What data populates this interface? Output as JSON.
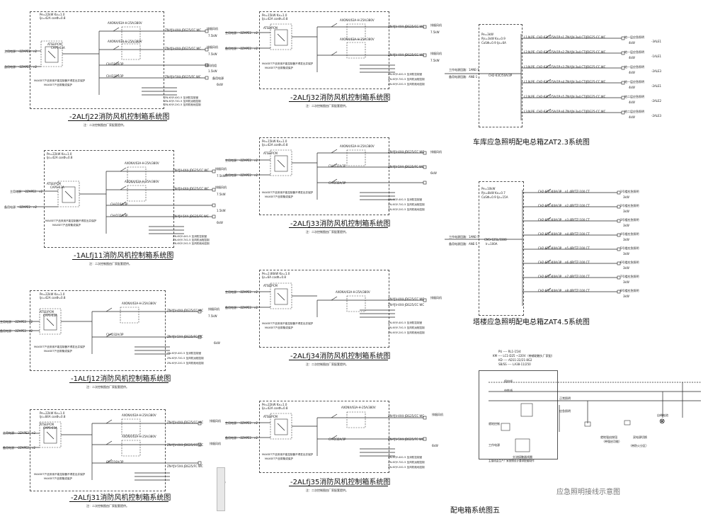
{
  "diagrams": {
    "fj22": {
      "title": "-2ALfj22消防风机控制箱系统图",
      "params": [
        "Pe=22kW  Kx=1.0",
        "Ijs=42A    cosΦ=0.8"
      ],
      "note": "注：二次控制图由厂家配套提供。"
    },
    "fj11": {
      "title": "-1ALfj11消防风机控制箱系统图",
      "params": [
        "Pe=22kW  Kx=1.0",
        "Ijs=42A    cosΦ=0.8"
      ],
      "note": "注：二次控制图由厂家配套提供。"
    },
    "fj12": {
      "title": "-1ALfj12消防风机控制箱系统图",
      "params": [
        "Pe=22kW  Kx=1.0",
        "Ijs=42A    cosΦ=0.8"
      ],
      "note": "注：二次控制图由厂家配套提供。"
    },
    "fj31": {
      "title": "-2ALfj31消防风机控制箱系统图",
      "params": [
        "Pe=22kW  Kx=1.0",
        "Ijs=84A    cosΦ=0.8"
      ],
      "note": "注：二次控制图由厂家配套提供。"
    },
    "fj32": {
      "title": "-2ALfj32消防风机控制箱系统图",
      "params": [
        "Pe=15kW  Kx=1.0",
        "Ijs=42A    cosΦ=0.8"
      ],
      "note": "注：二次控制图由厂家配套提供。"
    },
    "fj33": {
      "title": "-2ALfj33消防风机控制箱系统图",
      "params": [
        "Pe=15kW  Kx=1.0",
        "Ijs=42A    cosΦ=0.8"
      ],
      "note": "注：二次控制图由厂家配套提供。"
    },
    "fj34": {
      "title": "-2ALfj34消防风机控制箱系统图",
      "params": [
        "Pe=2.86kW  Kx=1.0",
        "Ijs=6A    cosΦ=0.8"
      ],
      "note": "注：二次控制图由厂家配套提供。"
    },
    "fj35": {
      "title": "-2ALfj35消防风机控制箱系统图",
      "params": [
        "Pe=22kW  Kx=1.0",
        "Ijs=42A    cosΦ=0.8"
      ],
      "note": "注：二次控制图由厂家配套提供。"
    }
  },
  "common": {
    "main_supply": "主用电源：-2ZAPE2：n2",
    "backup_supply": "备用电源：-2ZAPE2：n2",
    "atse": "ATSE/PCM",
    "ats_rating": "CAPS-63A",
    "n1": "n1",
    "n2": "n2",
    "n3": "n3",
    "n4": "n4",
    "contactor": "AXONX/63A-H-25A/380V",
    "cable_a": "ZN-YJV-4X4-JDG25/CC WC",
    "cable_b": "ZN-YJV-5X4-JDG25/FC WC",
    "breaker_c": "CH-D16A/3P",
    "breaker_d": "CH-D32A/3P",
    "load_fan": "排烟风机",
    "load_fan_kw": "7.5kW",
    "load_heat": "排风机组",
    "load_heat_kw": "1.5kW",
    "load_spare": "备用电源",
    "load_spare_kw": "6kW",
    "ctrl1": "ZN-KYJY-4X1.5  至消防控制室",
    "ctrl2": "ZN-KYJY-7X1.5  至风机远程控制",
    "ctrl3": "ZN-KYJY-2X1.5  至风机就地控制",
    "fire_note1": "MAXSET产品采用不能控制器不得发出并保护",
    "fire_note2": "MAXSET产品带集成保护"
  },
  "garage": {
    "title": "车库应急照明配电总箱ZAT2.3系统图",
    "params": [
      "Pe=3kW",
      "Pjs=3kW    Kx=0.9",
      "CoSΦ=0.9   Ijs=6A"
    ],
    "supply": "工作电源回路：1ANE-1",
    "supply2": "备用电源回路：ANE-1",
    "main_breaker": "CH2-63C/50A/3P",
    "rows": [
      {
        "id": "L1,N,PE",
        "brk": "CH2-63C/25A/1P",
        "cable": "n1  ZN-YJV-3x4 CT/JDG25-CC,WC",
        "dest": "-3ALE1",
        "load": "地一层应急照明",
        "kw": "4kW"
      },
      {
        "id": "L2,N,PE",
        "brk": "CH2-63C/25A/1P",
        "cable": "n2  ZN-YJV-3x4 CT/JDG25-CC,WC",
        "dest": "-1ALE1",
        "load": "地一层应急照明",
        "kw": "4kW"
      },
      {
        "id": "L3,N,PE",
        "brk": "CH2-63C/25A/1P",
        "cable": "n3  ZN-YJV-3x4 CT/JDG25-CC,WC",
        "dest": "-2ALE3",
        "load": "地一层应急照明",
        "kw": "4kW"
      },
      {
        "id": "L1,N,PE",
        "brk": "CH2-63C/25A/1P",
        "cable": "n4  ZN-YJV-3x4 CT/JDG25-CC,WC",
        "dest": "-2ALE1",
        "load": "地一层应急照明",
        "kw": "4kW"
      },
      {
        "id": "L2,N,PE",
        "brk": "CH2-63C/25A/1P",
        "cable": "n5  ZN-YJV-3x4 CT/JDG25-CC,WC",
        "dest": "-2ALE2",
        "load": "地二层应急照明",
        "kw": "4kW"
      },
      {
        "id": "L3,N,PE",
        "brk": "CH2-63C/25A/1P",
        "cable": "n6  ZN-YJV-3x4 CT/JDG25-CC,WC",
        "dest": "-2ALE3",
        "load": "地二层应急照明",
        "kw": "4kW"
      }
    ]
  },
  "tower": {
    "title": "塔楼应急照明配电总箱ZAT4.5系统图",
    "params": [
      "Pe=10kW",
      "Pjs=8kW    Kx=0.7",
      "CoSΦ=0.9   Ijs=15A"
    ],
    "supply": "工作电源回路：1ANE-5",
    "supply2": "备用电源回路：ANE-5",
    "main_breaker": "CM3-125L/3300",
    "main_breaker2": "Ir=100A",
    "rows": [
      {
        "brk": "CH2-63C/40A/3P",
        "cable": "n1  4BYTZ-10X CT",
        "load": "1号楼应急照明",
        "kw": "3kW"
      },
      {
        "brk": "CH2-63C/40A/3P",
        "cable": "n2  4BYTZ-10X CT",
        "load": "2号楼应急照明",
        "kw": "3kW"
      },
      {
        "brk": "CH2-63C/40A/3P",
        "cable": "n3  4BYTZ-10X CT",
        "load": "3号楼应急照明",
        "kw": "3kW"
      },
      {
        "brk": "CH2-63C/40A/3P",
        "cable": "n4  4BYTZ-10X CT",
        "load": "4号楼应急照明",
        "kw": "3kW"
      },
      {
        "brk": "CH2-63C/40A/3P",
        "cable": "n5  4BYTZ-10X CT",
        "load": "5号楼应急照明",
        "kw": "3kW"
      },
      {
        "brk": "CH2-63C/40A/3P",
        "cable": "n6  4BYTZ-10X CT",
        "load": "6号楼应急照明",
        "kw": "3kW"
      },
      {
        "brk": "CH2-63C/40A/3P",
        "cable": "n7  4BYTZ-10X CT",
        "load": "7号楼应急照明",
        "kw": "3kW"
      },
      {
        "brk": "CH2-63C/40A/3P",
        "cable": "n8  4BYTZ-10X CT",
        "load": "8号楼应急照明",
        "kw": "3kW"
      }
    ]
  },
  "box5": {
    "title": "配电箱系统图五",
    "legend": [
      "PU ---- RL1-15/4",
      "KM ---- LC1-D25 ~220V（带辅助触头厂家配）",
      "KD ---- AD11-22/21-8G2",
      "SB/SS ---- LA38-11/250"
    ],
    "labels": [
      "保护线",
      "中性线",
      "正常照明",
      "应急照明",
      "就地控制",
      "工作电源",
      "交流接触器线圈"
    ],
    "note": "主接线由生产厂家按照设计要求配套制作"
  },
  "wiring": {
    "title": "应急照明接线示意图",
    "labels": [
      "就地强启按钮",
      "（带强启功能）",
      "双电源切换",
      "（带防火分区）",
      "自带电池"
    ]
  }
}
